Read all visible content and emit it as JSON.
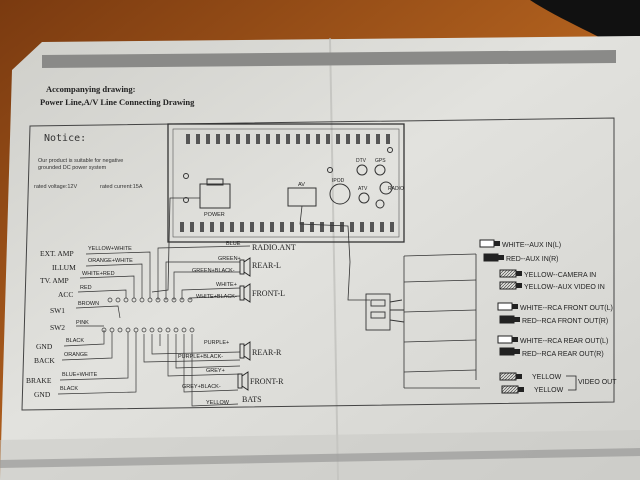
{
  "header": {
    "title_line1": "Accompanying drawing:",
    "title_line2": "Power Line,A/V Line Connecting Drawing"
  },
  "notice": {
    "heading": "Notice:",
    "line1": "Our product is suitable for negative",
    "line2": "grounded DC power system",
    "voltage": "rated voltage:12V",
    "current": "rated current:15A"
  },
  "unit": {
    "power_label": "POWER",
    "av_label": "AV",
    "ipod_label": "IPOD",
    "dtv_label": "DTV",
    "gps_label": "GPS",
    "atv_label": "ATV",
    "radio_label": "RADIO"
  },
  "left_labels": {
    "ext_amp": "EXT. AMP",
    "illum": "ILLUM",
    "tv_amp": "TV. AMP",
    "acc": "ACC",
    "sw1": "SW1",
    "sw2": "SW2",
    "gnd1": "GND",
    "back": "BACK",
    "brake": "BRAKE",
    "gnd2": "GND"
  },
  "wire_colors": {
    "ext_amp": "YELLOW+WHITE",
    "illum": "ORANGE+WHITE",
    "tv_amp": "WHITE+RED",
    "acc": "RED",
    "sw1": "BROWN",
    "sw2": "PINK",
    "gnd1": "BLACK",
    "back": "ORANGE",
    "brake": "BLUE+WHITE",
    "gnd2": "BLACK"
  },
  "right_wires": {
    "blue": "BLUE",
    "radio_ant": "RADIO.ANT",
    "green_plus": "GREEN+",
    "green_black": "GREEN+BLACK-",
    "white_plus": "WHITE+",
    "white_black": "WHITE+BLACK-",
    "rear_l": "REAR-L",
    "front_l": "FRONT-L",
    "purple_plus": "PURPLE+",
    "purple_black": "PURPLE+BLACK-",
    "rear_r": "REAR-R",
    "grey_plus": "GREY+",
    "grey_black": "GREY+BLACK-",
    "front_r": "FRONT-R",
    "yellow": "YELLOW",
    "bats": "BATS"
  },
  "rca": {
    "aux_l": "WHITE--AUX IN(L)",
    "aux_r": "RED--AUX IN(R)",
    "camera": "YELLOW--CAMERA IN",
    "aux_video": "YELLOW--AUX VIDEO IN",
    "front_l": "WHITE--RCA FRONT OUT(L)",
    "front_r": "RED--RCA FRONT OUT(R)",
    "rear_l": "WHITE--RCA REAR OUT(L)",
    "rear_r": "RED--RCA REAR OUT(R)",
    "yellow1": "YELLOW",
    "yellow2": "YELLOW",
    "video_out": "VIDEO OUT"
  },
  "colors": {
    "paper": "#dcdcd8",
    "ink": "#2a2a2a",
    "header_bar": "#8a8a88",
    "wood": "#b0601e",
    "background": "#1a1410"
  }
}
